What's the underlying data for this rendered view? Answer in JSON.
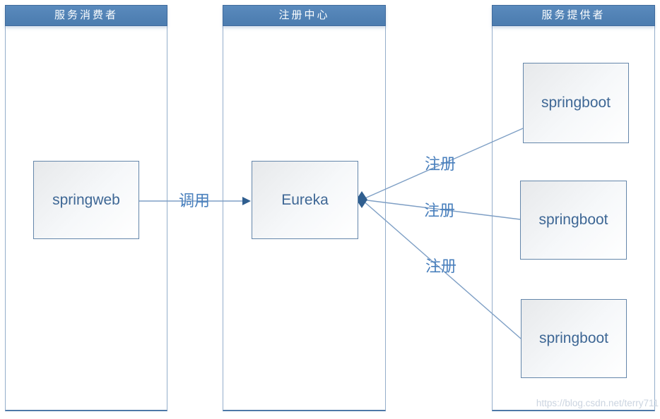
{
  "diagram": {
    "lanes": [
      {
        "id": "consumer",
        "title": "服务消费者"
      },
      {
        "id": "registry",
        "title": "注册中心"
      },
      {
        "id": "provider",
        "title": "服务提供者"
      }
    ],
    "nodes": {
      "springweb": {
        "label": "springweb",
        "lane": "consumer"
      },
      "eureka": {
        "label": "Eureka",
        "lane": "registry"
      },
      "springboot_1": {
        "label": "springboot",
        "lane": "provider"
      },
      "springboot_2": {
        "label": "springboot",
        "lane": "provider"
      },
      "springboot_3": {
        "label": "springboot",
        "lane": "provider"
      }
    },
    "connectors": {
      "call": {
        "label": "调用",
        "from": "springweb",
        "to": "eureka"
      },
      "register_1": {
        "label": "注册",
        "from": "springboot_1",
        "to": "eureka"
      },
      "register_2": {
        "label": "注册",
        "from": "springboot_2",
        "to": "eureka"
      },
      "register_3": {
        "label": "注册",
        "from": "springboot_3",
        "to": "eureka"
      }
    },
    "watermark": "https://blog.csdn.net/terry711",
    "colors": {
      "lane_header_fill": "#4C7DB0",
      "lane_header_border": "#3F6A9C",
      "lane_header_text": "#FBFDFE",
      "lane_border": "#94AECB",
      "lane_border_bottom": "#4E79A8",
      "node_border": "#6486AA",
      "node_fill_top": "#E7E9EB",
      "node_fill_bottom": "#FFFFFF",
      "node_text": "#3E6795",
      "connector_line": "#7E9FC5",
      "connector_label": "#4A80BD",
      "arrowhead": "#2F5E8F",
      "watermark_text": "#CBD4E0"
    }
  }
}
